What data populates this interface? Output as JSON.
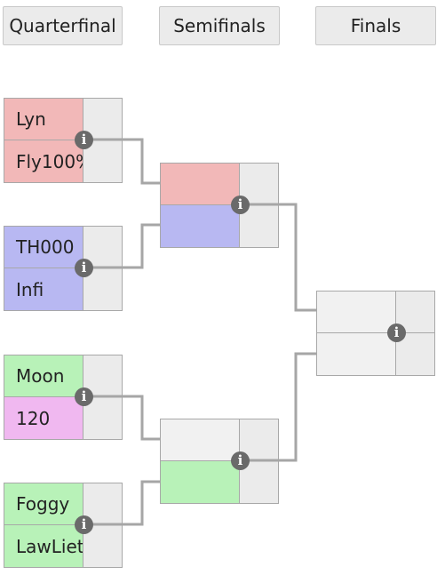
{
  "rounds": [
    "Quarterfinal",
    "Semifinals",
    "Finals"
  ],
  "colors": {
    "red": "#f2b8b8",
    "blue": "#b8b8f2",
    "green": "#b8f2b8",
    "pink": "#f0b8f0",
    "empty": "#f1f1f1",
    "line": "#a6a6a6"
  },
  "matches": {
    "qf1": {
      "top": "Lyn",
      "bottom": "Fly100%"
    },
    "qf2": {
      "top": "TH000",
      "bottom": "Infi"
    },
    "qf3": {
      "top": "Moon",
      "bottom": "120"
    },
    "qf4": {
      "top": "Foggy",
      "bottom": "LawLiet"
    },
    "sf1": {
      "top": "",
      "bottom": ""
    },
    "sf2": {
      "top": "",
      "bottom": ""
    },
    "final": {
      "top": "",
      "bottom": ""
    }
  },
  "info_icon_glyph": "i"
}
